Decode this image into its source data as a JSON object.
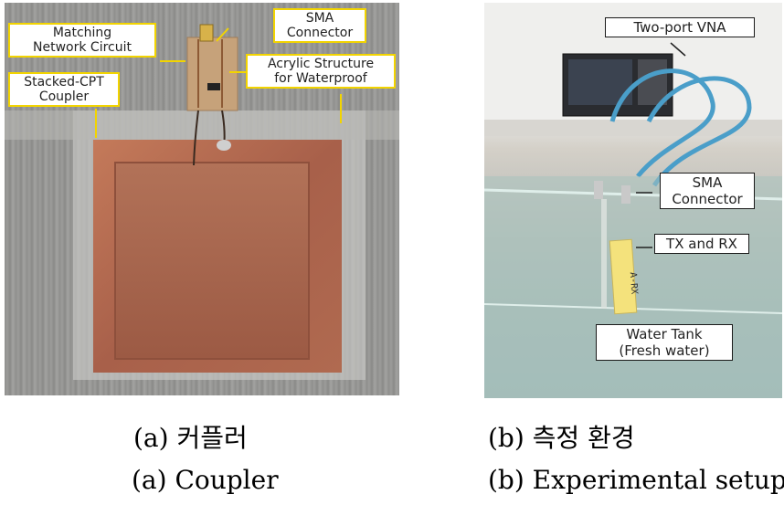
{
  "panel_a": {
    "labels": {
      "matching_network": [
        "Matching",
        "Network Circuit"
      ],
      "sma_connector": [
        "SMA",
        "Connector"
      ],
      "stacked_cpt": [
        "Stacked-CPT",
        "Coupler"
      ],
      "acrylic": [
        "Acrylic Structure",
        "for Waterproof"
      ]
    },
    "caption_ko": "(a)  커플러",
    "caption_en": "(a)  Coupler"
  },
  "panel_b": {
    "labels": {
      "vna": "Two-port VNA",
      "sma_connector": [
        "SMA",
        "Connector"
      ],
      "tx_rx": "TX and RX",
      "water_tank": [
        "Water Tank",
        "(Fresh water)"
      ],
      "tag_text": "A-RX"
    },
    "caption_ko": "(b)  측정  환경",
    "caption_en": "(b)  Experimental  setup"
  },
  "colors": {
    "callout_border_a": "#f2d400",
    "copper": "#b56a4c"
  }
}
